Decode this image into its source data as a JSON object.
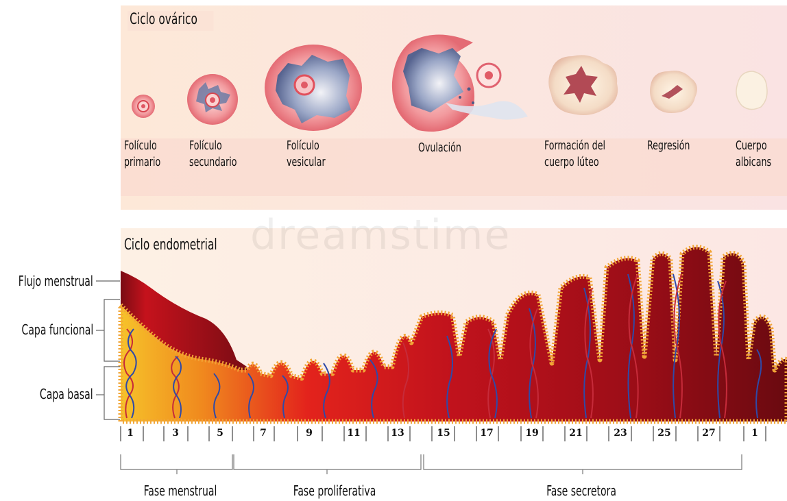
{
  "ovarian": {
    "title": "Ciclo ovárico",
    "stages": [
      {
        "line1": "Folículo",
        "line2": "primario"
      },
      {
        "line1": "Folículo",
        "line2": "secundario"
      },
      {
        "line1": "Folículo",
        "line2": "vesicular"
      },
      {
        "line1": "Ovulación",
        "line2": ""
      },
      {
        "line1": "Formación del",
        "line2": "cuerpo lúteo"
      },
      {
        "line1": "Regresión",
        "line2": ""
      },
      {
        "line1": "Cuerpo",
        "line2": "albicans"
      }
    ]
  },
  "endometrial": {
    "title": "Ciclo endometrial",
    "side_labels": {
      "flow": "Flujo menstrual",
      "functional": "Capa funcional",
      "basal": "Capa basal"
    }
  },
  "days": {
    "labels": [
      "1",
      "3",
      "5",
      "7",
      "9",
      "11",
      "13",
      "15",
      "17",
      "19",
      "21",
      "23",
      "25",
      "27",
      "1"
    ]
  },
  "phases": {
    "menstrual": "Fase menstrual",
    "proliferative": "Fase proliferativa",
    "secretory": "Fase secretora"
  },
  "watermark": "dreamstime",
  "colors": {
    "follicle": "#e8707a",
    "tissue_dark": "#7a0c14",
    "tissue_mid": "#c0121c",
    "gland_border": "#f2a536",
    "basal_yellow": "#f6c22a"
  }
}
